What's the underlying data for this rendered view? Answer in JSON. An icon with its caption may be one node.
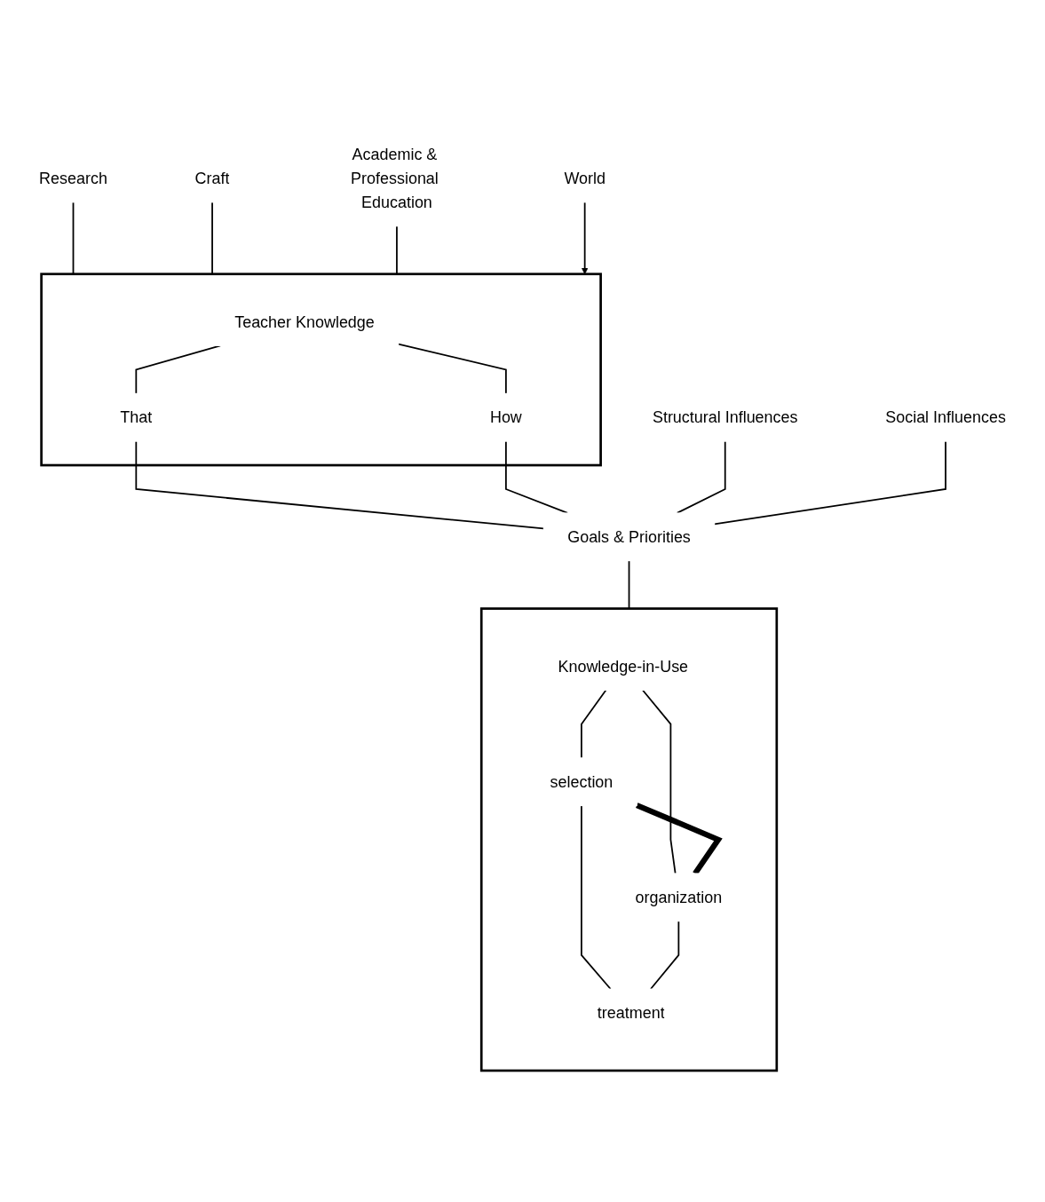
{
  "diagram": {
    "nodes": [
      {
        "text": [
          "Research"
        ]
      },
      {
        "text": [
          "Craft"
        ]
      },
      {
        "text": [
          "Academic & Professional Education"
        ]
      },
      {
        "text": [],
        "shape": "box"
      },
      {
        "text": [
          "Teacher Knowledge"
        ],
        "in": 3
      },
      {
        "text": [
          "That"
        ],
        "in": 3
      },
      {
        "text": [
          "How"
        ],
        "in": 3
      },
      {
        "text": [
          "World"
        ]
      },
      {
        "text": [
          "Structural Influences"
        ]
      },
      {
        "text": [
          "Goals & Priorities"
        ]
      },
      {
        "text": [
          "Social Influences"
        ]
      },
      {
        "text": [],
        "shape": "box"
      },
      {
        "text": [
          "Knowledge-in-Use"
        ],
        "in": 11
      },
      {
        "text": [
          "selection"
        ],
        "in": 11
      },
      {
        "text": [
          "organization"
        ],
        "in": 11
      },
      {
        "text": [
          "treatment"
        ],
        "in": 11
      }
    ],
    "edges": [
      {
        "from": 0,
        "to": 3,
        "arrow": "none"
      },
      {
        "from": 1,
        "to": 3,
        "arrow": "none"
      },
      {
        "from": 2,
        "to": 3,
        "arrow": "none"
      },
      {
        "from": 7,
        "to": 3,
        "arrow": "to"
      },
      {
        "from": 4,
        "to": 5,
        "arrow": "none"
      },
      {
        "from": 4,
        "to": 6,
        "arrow": "none"
      },
      {
        "from": 5,
        "to": 9,
        "arrow": "none"
      },
      {
        "from": 6,
        "to": 9,
        "arrow": "none"
      },
      {
        "from": 8,
        "to": 9,
        "arrow": "none"
      },
      {
        "from": 10,
        "to": 9,
        "arrow": "none"
      },
      {
        "from": 9,
        "to": 11,
        "arrow": "none"
      },
      {
        "from": 12,
        "to": 13,
        "arrow": "none"
      },
      {
        "from": 12,
        "to": 14,
        "arrow": "none"
      },
      {
        "from": 13,
        "to": 14,
        "arrow": "none",
        "style": "thick"
      },
      {
        "from": 13,
        "to": 15,
        "arrow": "none"
      },
      {
        "from": 14,
        "to": 15,
        "arrow": "none"
      }
    ]
  }
}
